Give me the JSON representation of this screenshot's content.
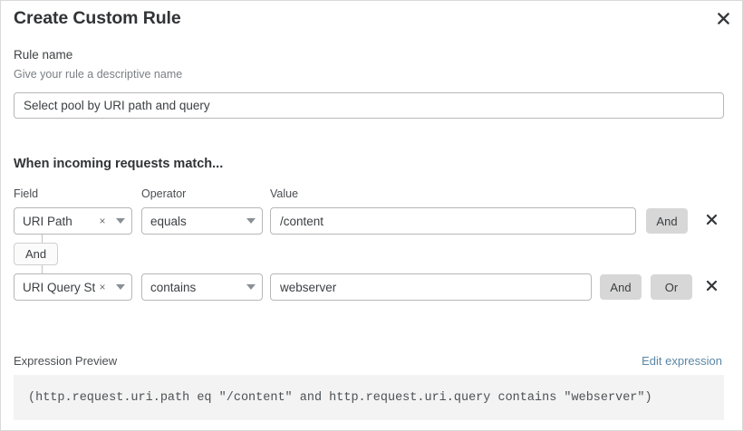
{
  "dialog": {
    "title": "Create Custom Rule",
    "close_icon": "close-icon"
  },
  "rule_name": {
    "label": "Rule name",
    "hint": "Give your rule a descriptive name",
    "value": "Select pool by URI path and query",
    "placeholder": ""
  },
  "match_section": {
    "heading": "When incoming requests match...",
    "columns": {
      "field": "Field",
      "operator": "Operator",
      "value": "Value"
    },
    "connector": {
      "label": "And"
    },
    "rows": [
      {
        "field": "URI Path",
        "field_clear_icon": "clear-icon",
        "field_caret_icon": "chevron-down-icon",
        "operator": "equals",
        "operator_caret_icon": "chevron-down-icon",
        "value": "/content",
        "value_placeholder": "",
        "and_label": "And",
        "or_label": "",
        "remove_icon": "close-icon"
      },
      {
        "field": "URI Query St...",
        "field_clear_icon": "clear-icon",
        "field_caret_icon": "chevron-down-icon",
        "operator": "contains",
        "operator_caret_icon": "chevron-down-icon",
        "value": "webserver",
        "value_placeholder": "",
        "and_label": "And",
        "or_label": "Or",
        "remove_icon": "close-icon"
      }
    ]
  },
  "expression_preview": {
    "label": "Expression Preview",
    "edit_link": "Edit expression",
    "code": "(http.request.uri.path eq \"/content\" and http.request.uri.query contains \"webserver\")"
  },
  "colors": {
    "accent_link": "#5a86a6",
    "button_gray": "#d7d7d7",
    "border": "#b7b7b7",
    "code_background": "#f3f3f3"
  }
}
